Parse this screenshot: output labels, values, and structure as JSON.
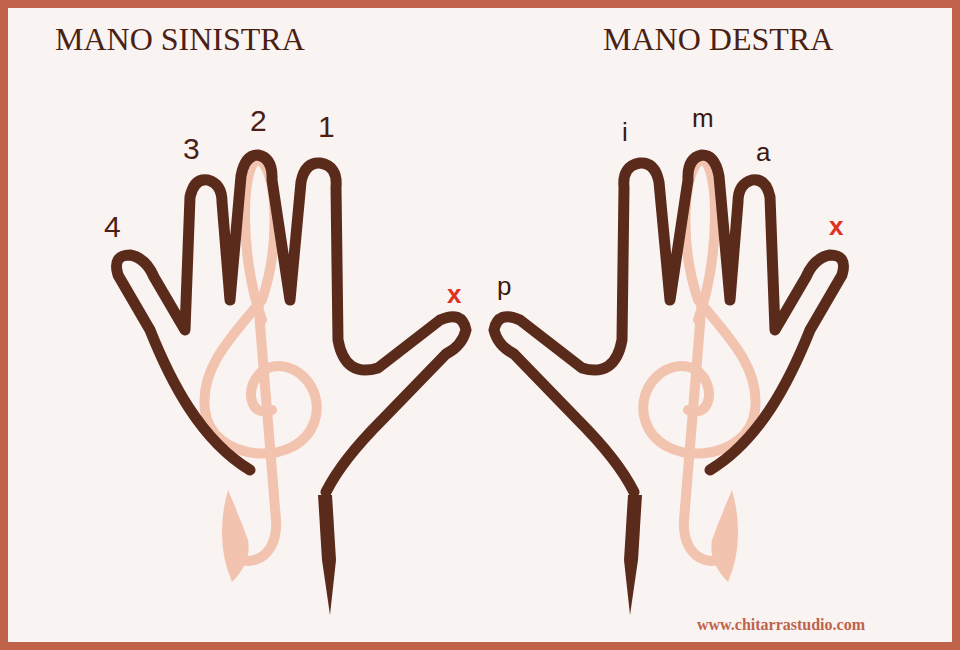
{
  "diagram": {
    "labels": [
      "MANO SINISTRA",
      "MANO DESTRA",
      "4",
      "3",
      "2",
      "1",
      "x",
      "p",
      "i",
      "m",
      "a",
      "x",
      "www.chitarrastudio.com"
    ]
  }
}
